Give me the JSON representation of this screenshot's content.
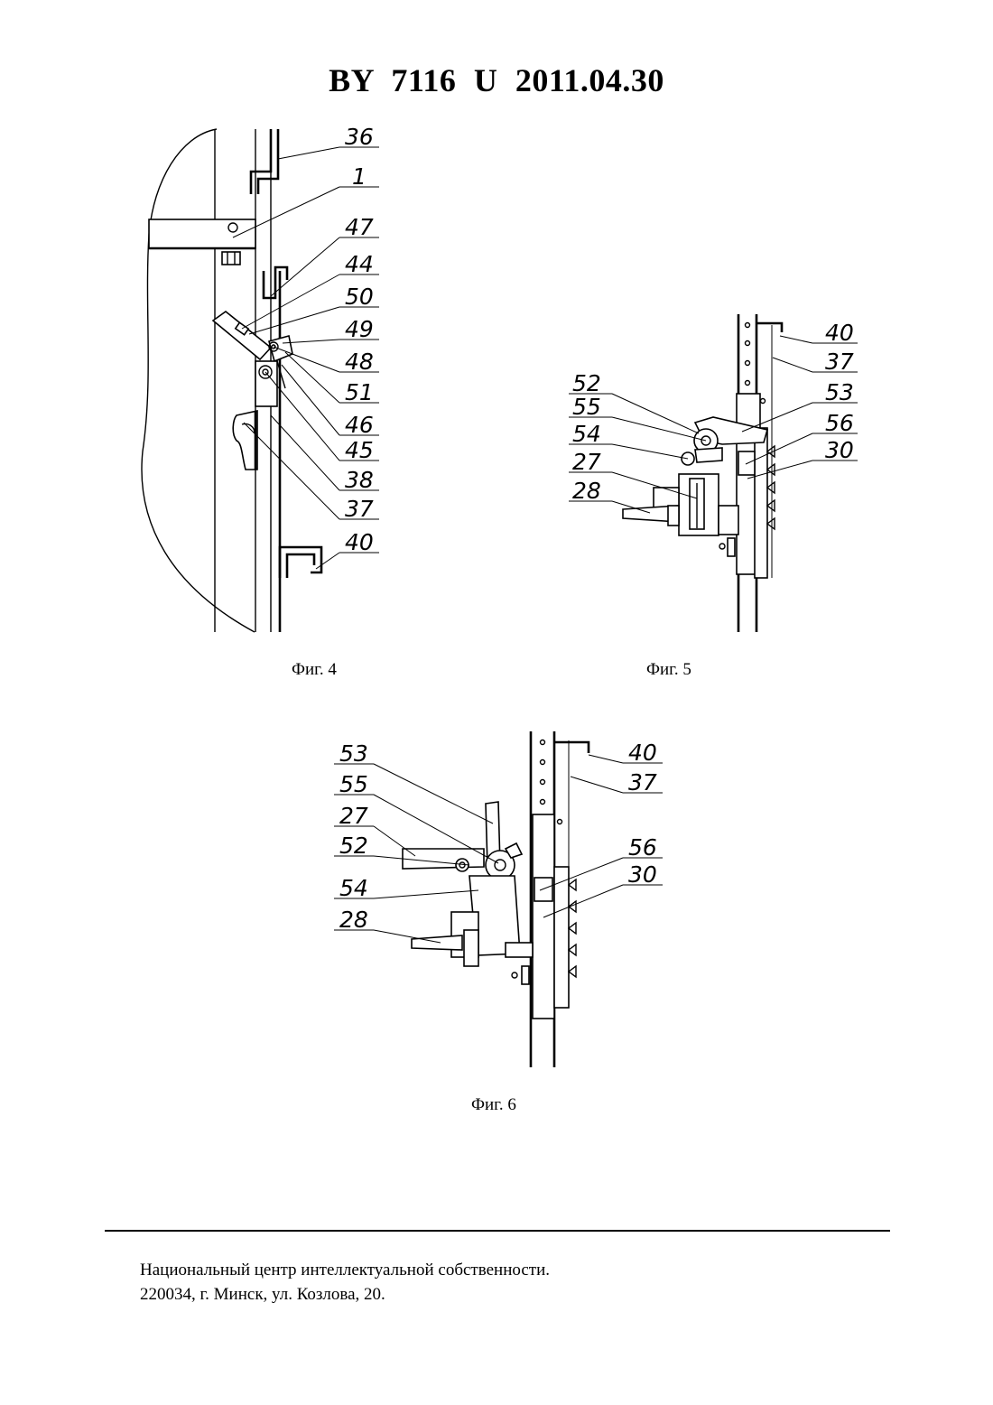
{
  "header": {
    "title": "BY  7116  U  2011.04.30"
  },
  "figures": [
    {
      "caption": "Фиг. 4",
      "labels": [
        "36",
        "1",
        "47",
        "44",
        "50",
        "49",
        "48",
        "51",
        "46",
        "45",
        "38",
        "37",
        "40"
      ]
    },
    {
      "caption": "Фиг. 5",
      "labels": [
        "40",
        "37",
        "53",
        "52",
        "55",
        "54",
        "56",
        "30",
        "27",
        "28"
      ]
    },
    {
      "caption": "Фиг. 6",
      "labels": [
        "40",
        "37",
        "53",
        "55",
        "27",
        "52",
        "56",
        "30",
        "54",
        "28"
      ]
    }
  ],
  "footer": {
    "line1": "Национальный центр интеллектуальной собственности.",
    "line2": "220034, г. Минск, ул. Козлова, 20."
  }
}
